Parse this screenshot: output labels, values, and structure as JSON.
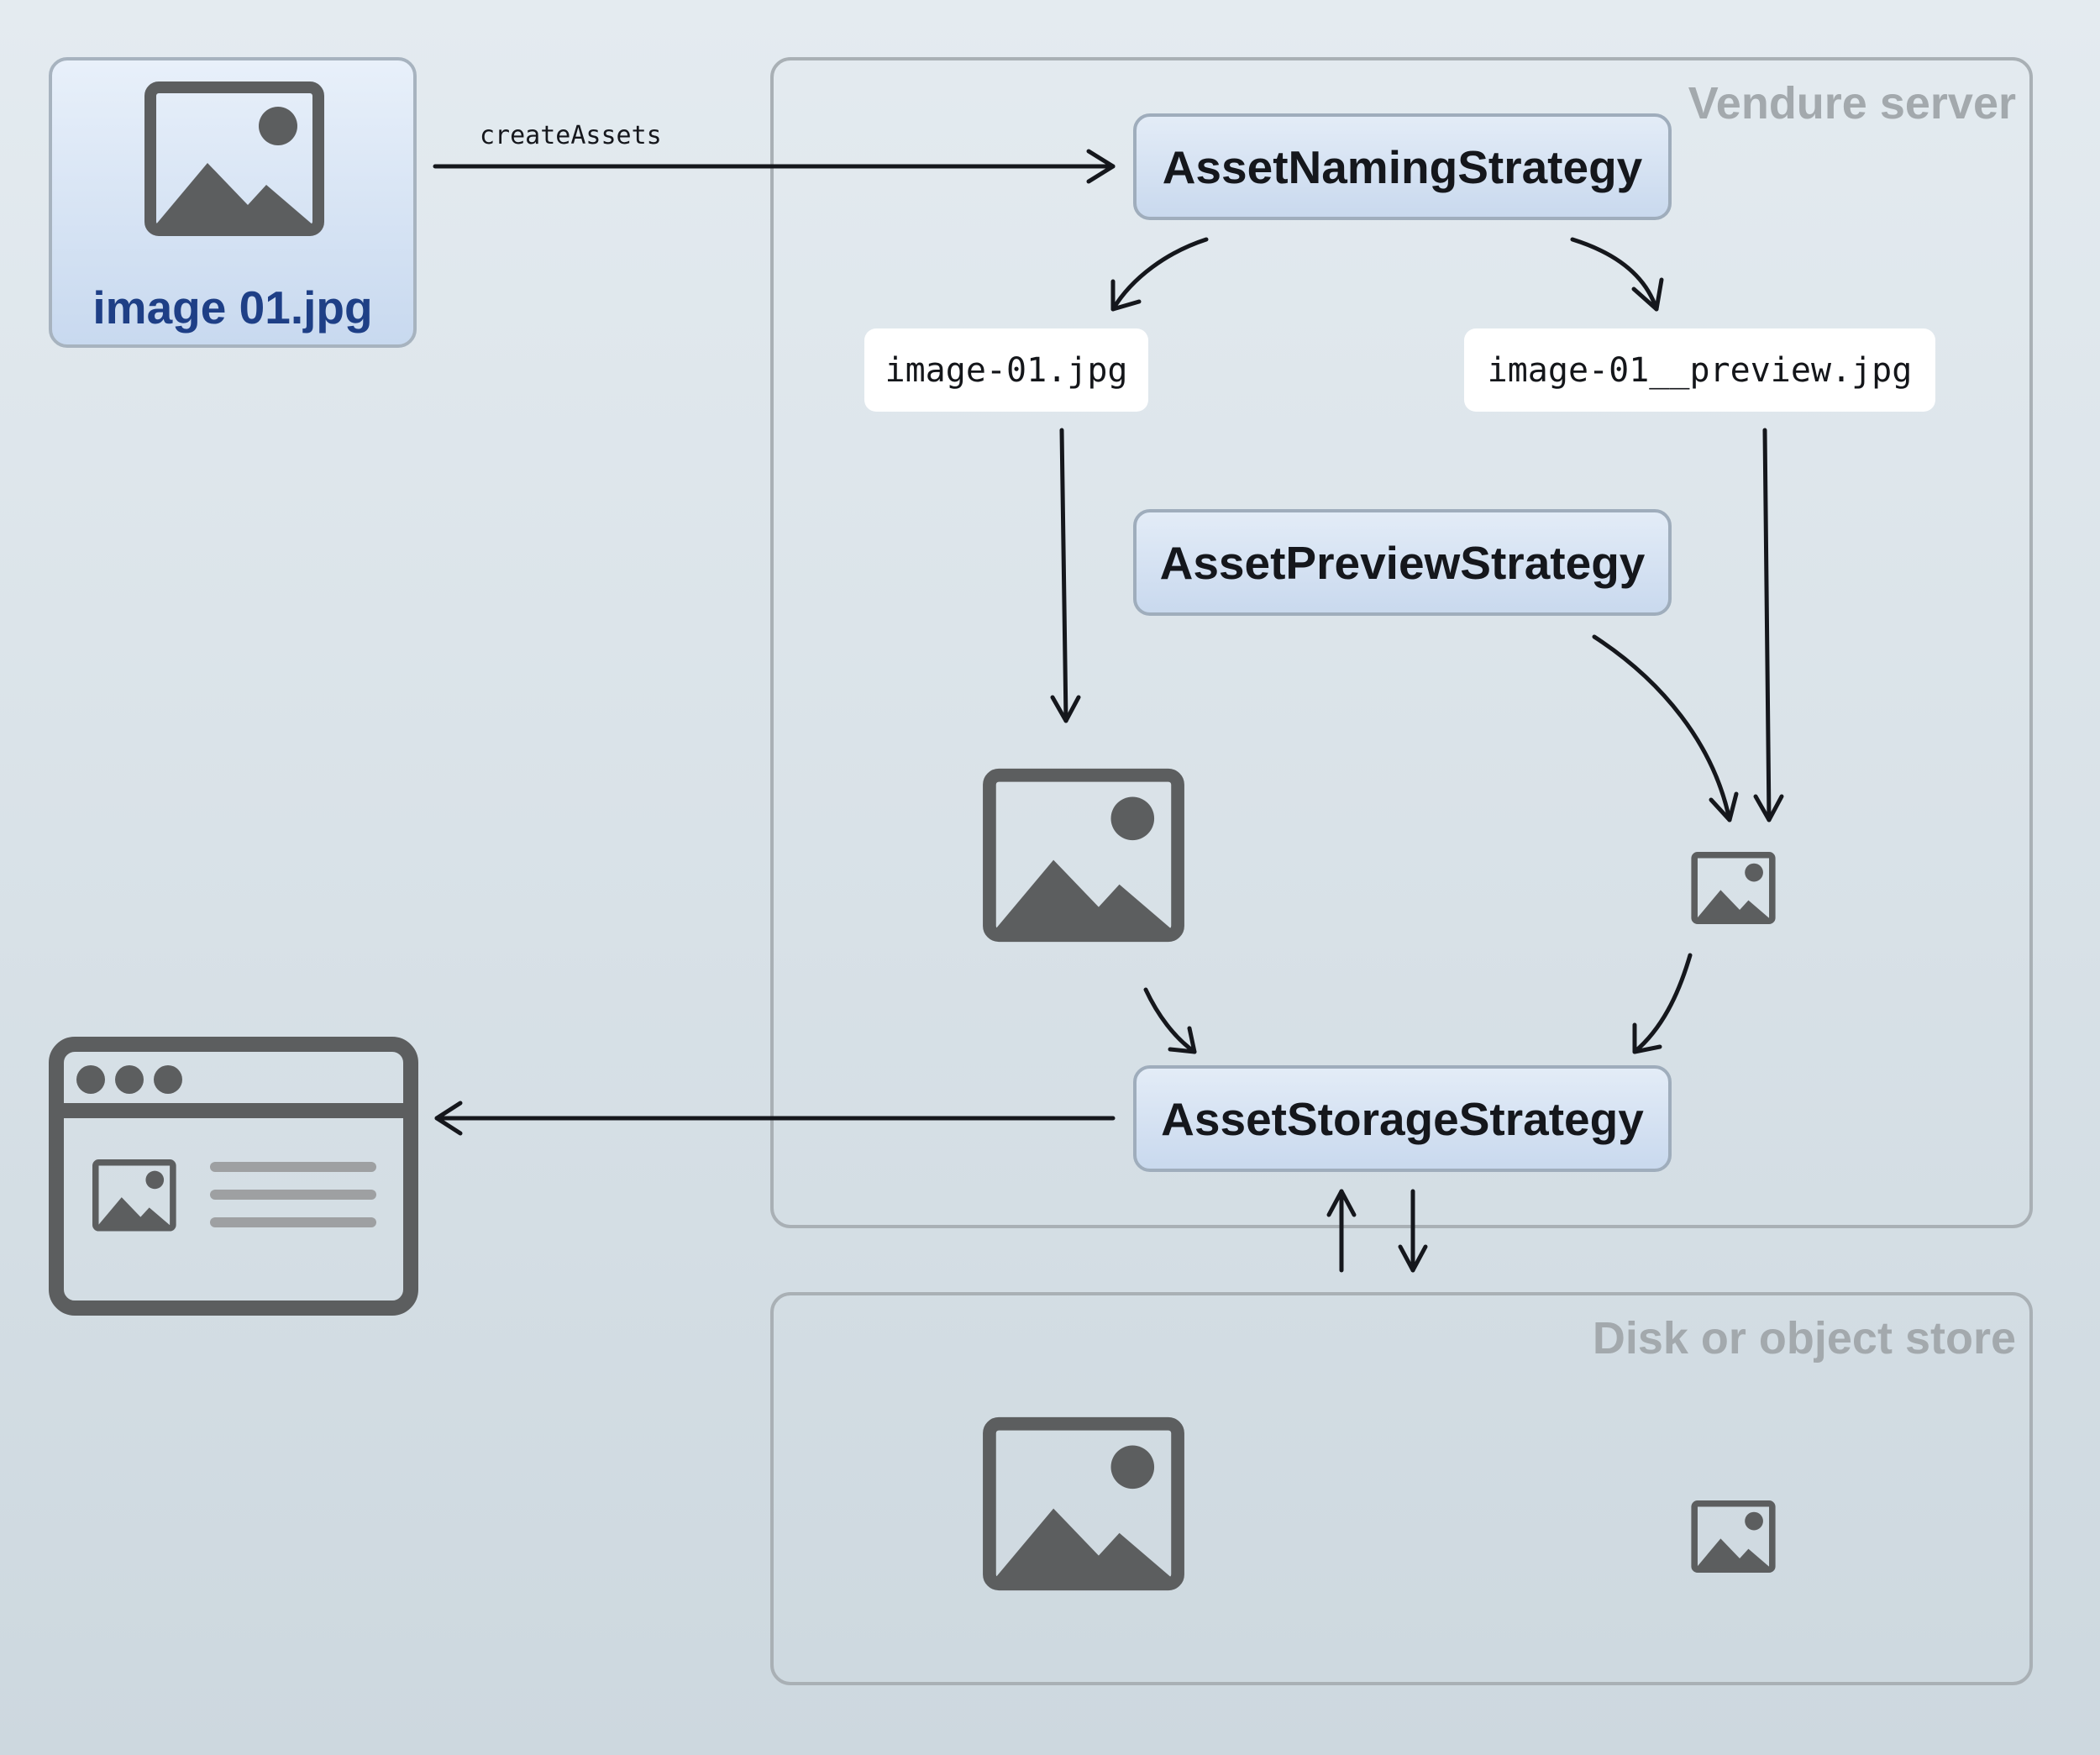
{
  "regions": {
    "server_label": "Vendure server",
    "store_label": "Disk or object store"
  },
  "source": {
    "filename": "image 01.jpg",
    "icon": "image-icon"
  },
  "edges": {
    "upload_label": "createAssets"
  },
  "strategies": {
    "naming": "AssetNamingStrategy",
    "preview": "AssetPreviewStrategy",
    "storage": "AssetStorageStrategy"
  },
  "filenames": {
    "original": "image-01.jpg",
    "preview": "image-01__preview.jpg"
  },
  "icons": {
    "image": "image-icon",
    "browser": "browser-window-icon"
  },
  "colors": {
    "icon": "#5c5e5f",
    "strategy_fill": "#c9d9ee",
    "filename_text_blue": "#1e3f86",
    "region_border": "#a9b0b5",
    "arrow": "#15171c"
  }
}
